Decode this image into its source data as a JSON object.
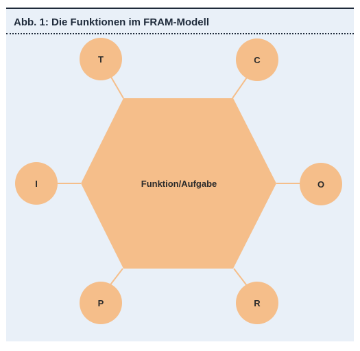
{
  "figure": {
    "title": "Abb. 1: Die Funktionen im FRAM-Modell"
  },
  "diagram": {
    "center_label": "Funktion/Aufgabe",
    "aspects": [
      {
        "id": "T",
        "label": "T"
      },
      {
        "id": "C",
        "label": "C"
      },
      {
        "id": "I",
        "label": "I"
      },
      {
        "id": "O",
        "label": "O"
      },
      {
        "id": "P",
        "label": "P"
      },
      {
        "id": "R",
        "label": "R"
      }
    ]
  },
  "colors": {
    "shape_fill": "#f5be8a",
    "connector": "#f5be8a",
    "panel_background": "#e9f0f8",
    "title_text": "#1e2a3a"
  }
}
